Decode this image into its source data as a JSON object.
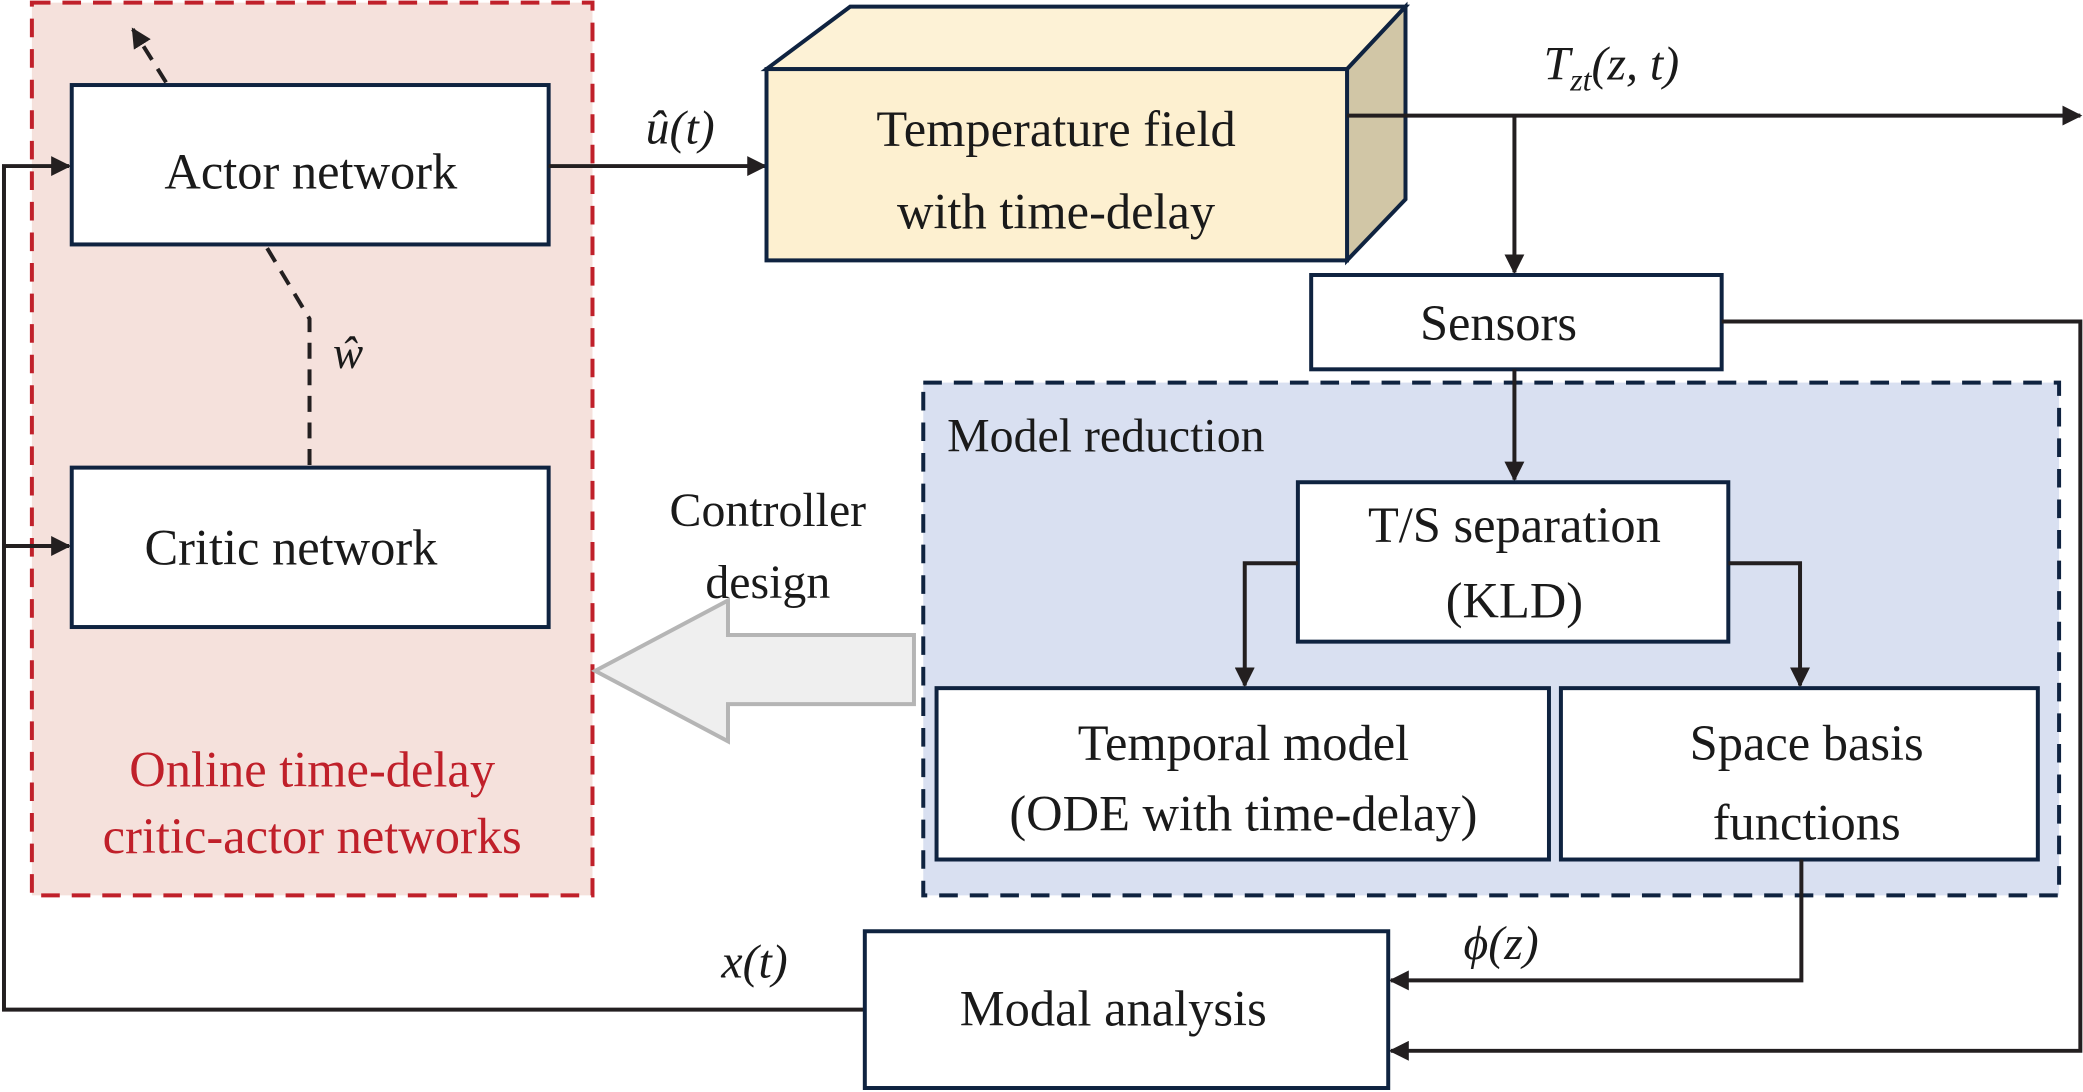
{
  "diagram": {
    "type": "control-system block diagram",
    "groups": {
      "critic_actor": {
        "title_line1": "Online time-delay",
        "title_line2": "critic-actor networks",
        "color": "#c0202a",
        "fill": "#f5e1dc"
      },
      "model_reduction": {
        "title": "Model reduction",
        "color": "#0f2340",
        "fill": "#d9e0f1"
      }
    },
    "blocks": {
      "actor": "Actor network",
      "critic": "Critic network",
      "temperature_line1": "Temperature field",
      "temperature_line2": "with time-delay",
      "sensors": "Sensors",
      "ts_line1": "T/S separation",
      "ts_line2": "(KLD)",
      "temporal_line1": "Temporal model",
      "temporal_line2": "(ODE with time-delay)",
      "space_line1": "Space basis",
      "space_line2": "functions",
      "modal": "Modal analysis"
    },
    "signals": {
      "u_hat": "û(t)",
      "w_hat": "ŵ",
      "t_zt_main": "T",
      "t_zt_sub": "zt",
      "t_zt_args": "(z, t)",
      "phi": "ϕ(z)",
      "x": "x(t)"
    },
    "annotations": {
      "controller_line1": "Controller",
      "controller_line2": "design"
    },
    "colors": {
      "temperature_front": "#fdf0d0",
      "temperature_top": "#fdf2d6",
      "temperature_side": "#d1c6a6",
      "big_arrow_fill": "#efefef",
      "big_arrow_stroke": "#b5b5b5"
    }
  }
}
